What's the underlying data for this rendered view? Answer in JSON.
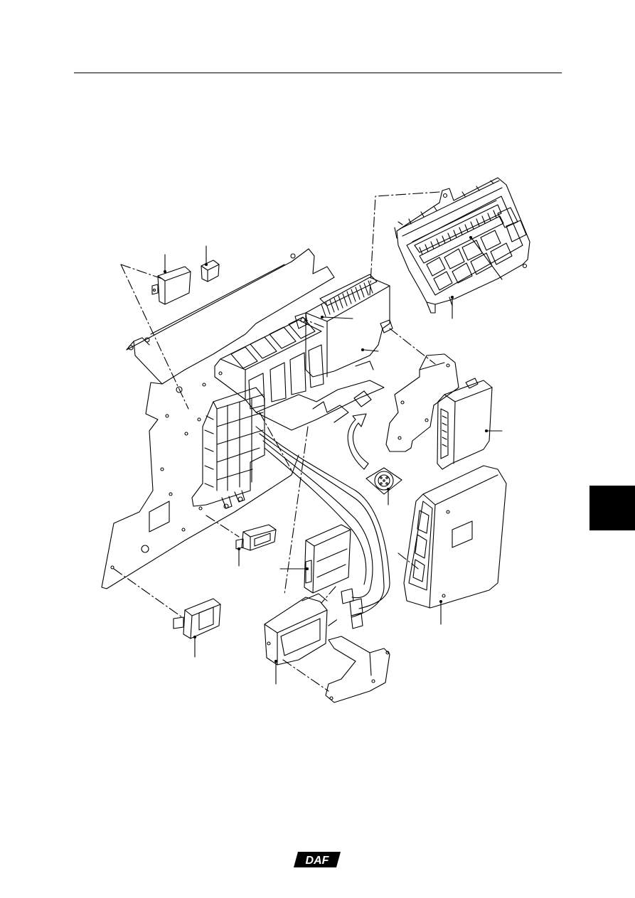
{
  "document": {
    "type": "exploded-assembly-drawing",
    "brand_logo": {
      "text": "DAF",
      "fill": "#000000",
      "text_color": "#ffffff"
    },
    "section_tab": {
      "color": "#000000"
    },
    "header_rule": {
      "color": "#000000"
    },
    "line_color": "#000000",
    "callout_leaders": 12
  }
}
